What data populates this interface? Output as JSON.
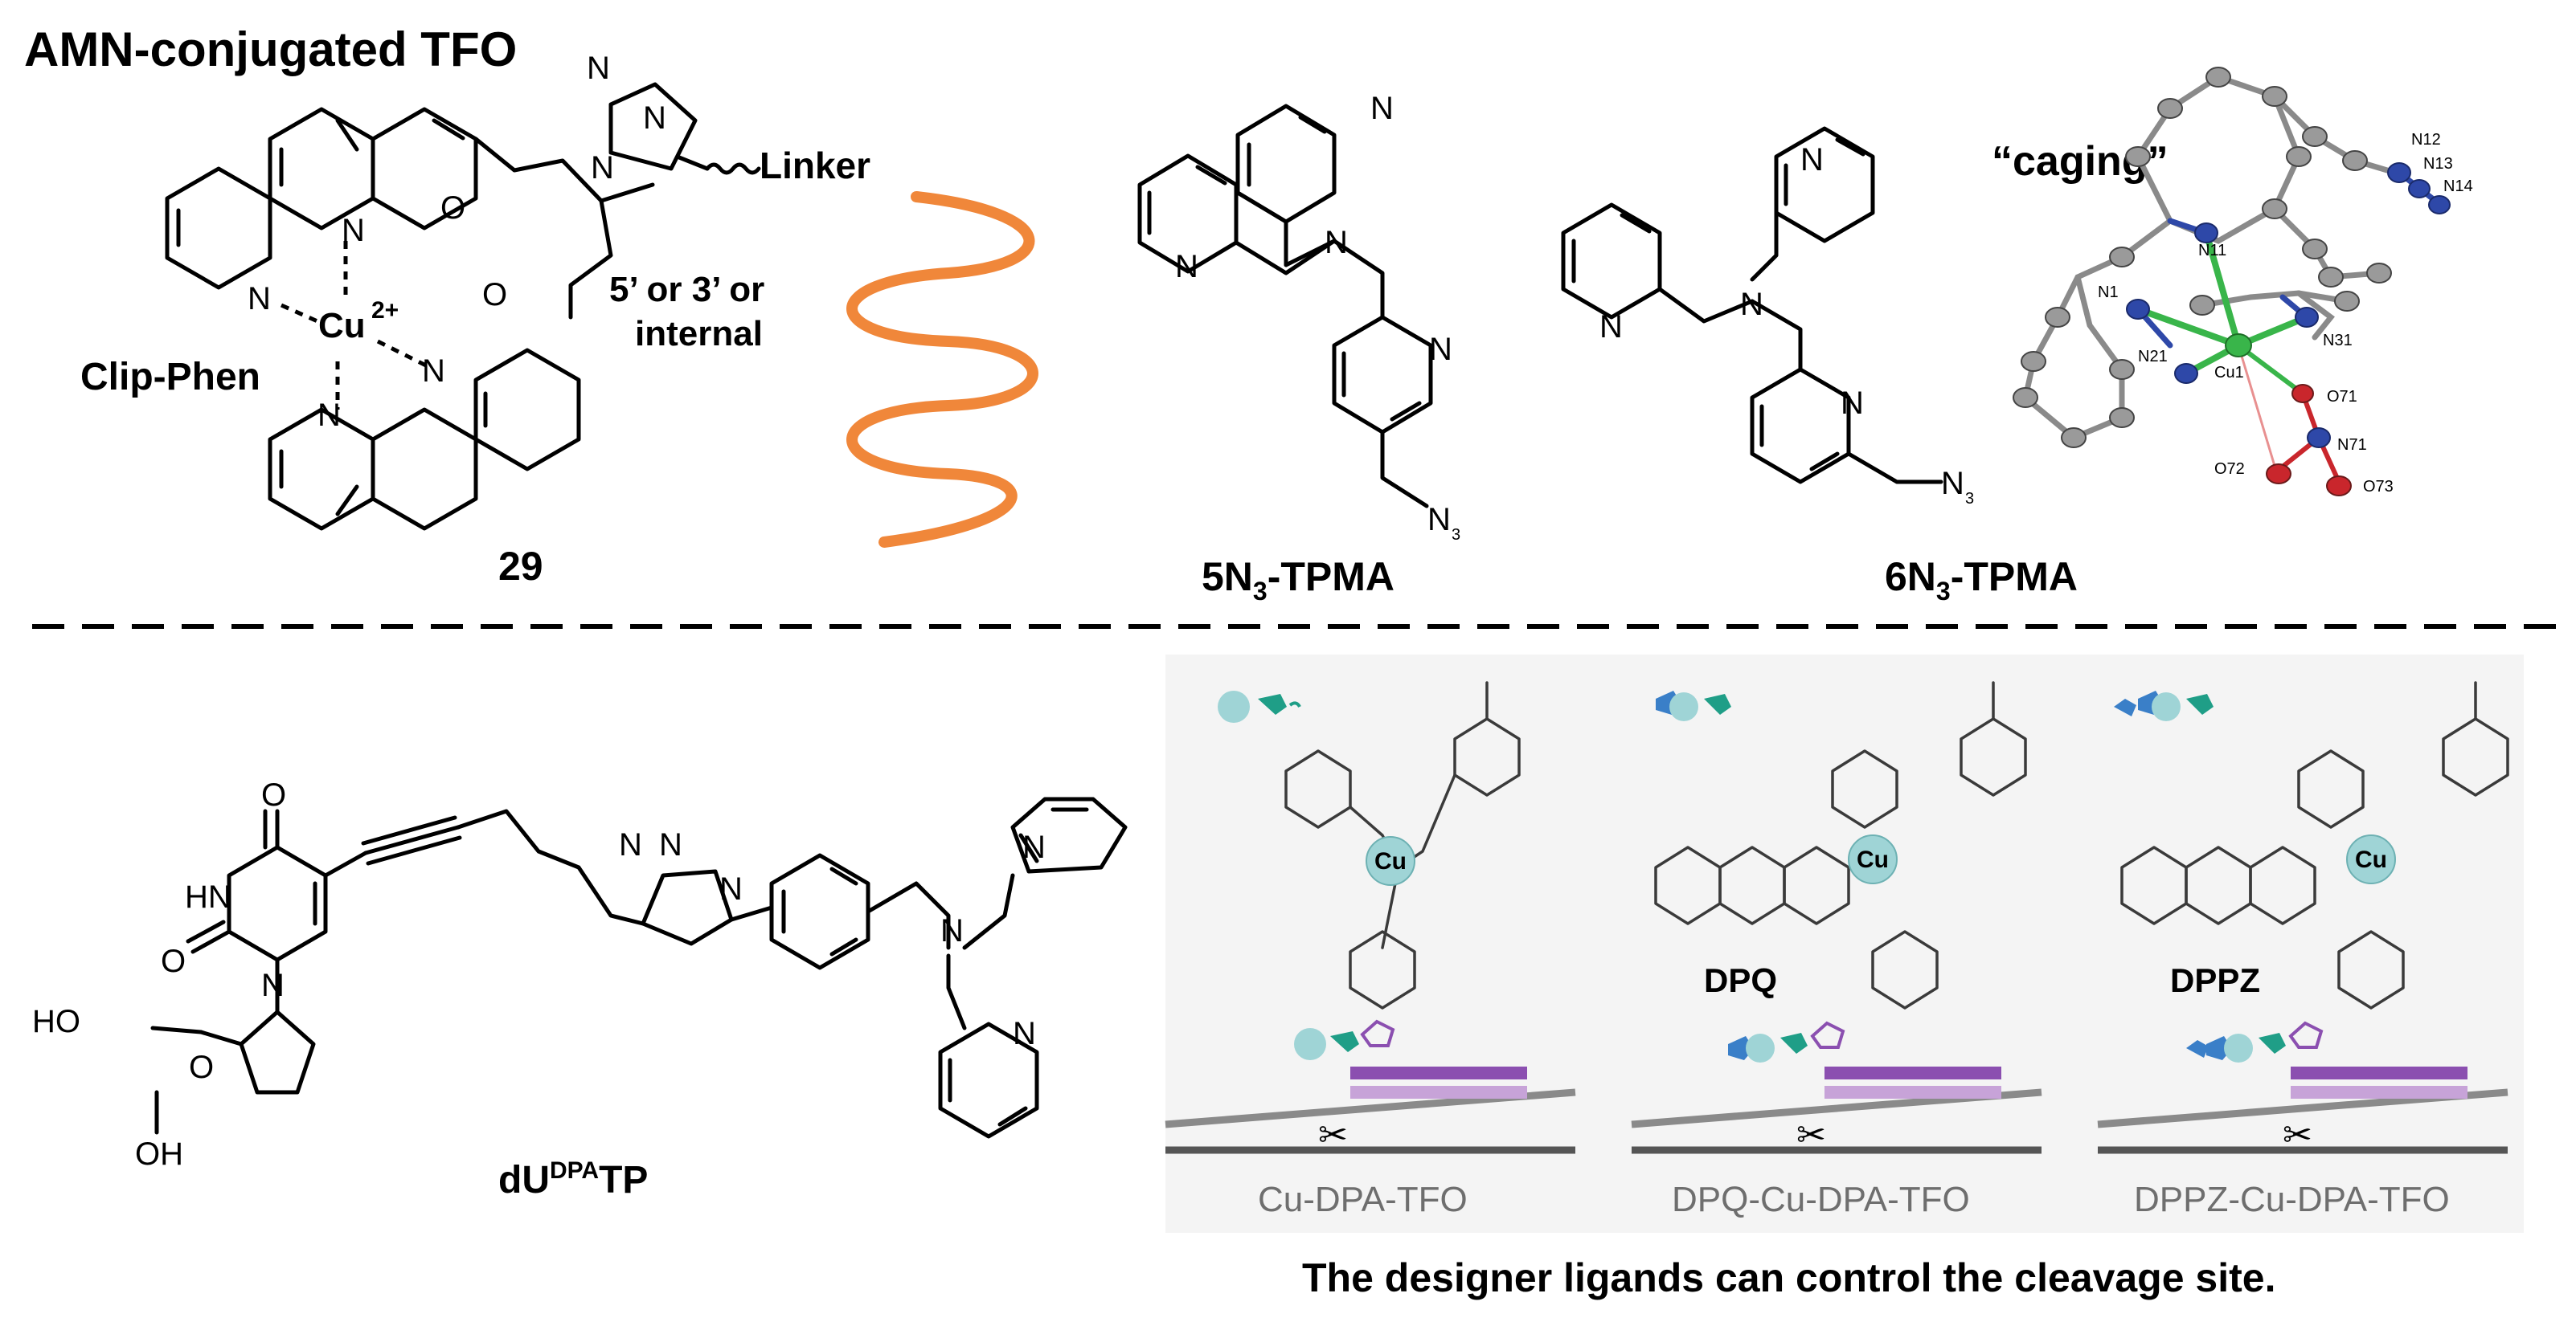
{
  "top": {
    "heading": "AMN-conjugated TFO",
    "clip_phen_label": "Clip-Phen",
    "cu_label": "Cu",
    "cu_charge": "2+",
    "linker_label": "Linker",
    "position_note_line1": "5’ or 3’ or",
    "position_note_line2": "internal",
    "compound_number": "29",
    "n3_tpma_5_prefix": "5N",
    "n3_tpma_5_sub": "3",
    "n3_tpma_5_suffix": "-TPMA",
    "n3_tpma_6_prefix": "6N",
    "n3_tpma_6_sub": "3",
    "n3_tpma_6_suffix": "-TPMA",
    "caging_label": "“caging”",
    "crystal_atoms": [
      "N12",
      "N13",
      "N14",
      "N11",
      "N1",
      "N21",
      "Cu1",
      "N31",
      "O71",
      "N71",
      "O72",
      "O73"
    ]
  },
  "bottom": {
    "nucleotide_label_prefix": "dU",
    "nucleotide_label_sup": "DPA",
    "nucleotide_label_suffix": "TP",
    "dpq_label": "DPQ",
    "dppz_label": "DPPZ",
    "captions": [
      "Cu-DPA-TFO",
      "DPQ-Cu-DPA-TFO",
      "DPPZ-Cu-DPA-TFO"
    ],
    "conclusion": "The designer ligands can control the cleavage site."
  },
  "atoms": {
    "N": "N",
    "O": "O",
    "HN": "HN",
    "HO": "HO",
    "OH": "OH",
    "Cu": "Cu",
    "N3": "N",
    "sub3": "3"
  },
  "colors": {
    "helix": "#f0873a",
    "teal": "#1f9e87",
    "cu_sphere": "#9fd4d6",
    "blue_ligand": "#3a7fc8",
    "purple_strand": "#8b4fb0",
    "light_purple": "#c7a3d8",
    "crystal_n": "#2e48a8",
    "crystal_o": "#c9262c",
    "crystal_cu": "#39b54a",
    "crystal_c": "#9a9a9a"
  }
}
